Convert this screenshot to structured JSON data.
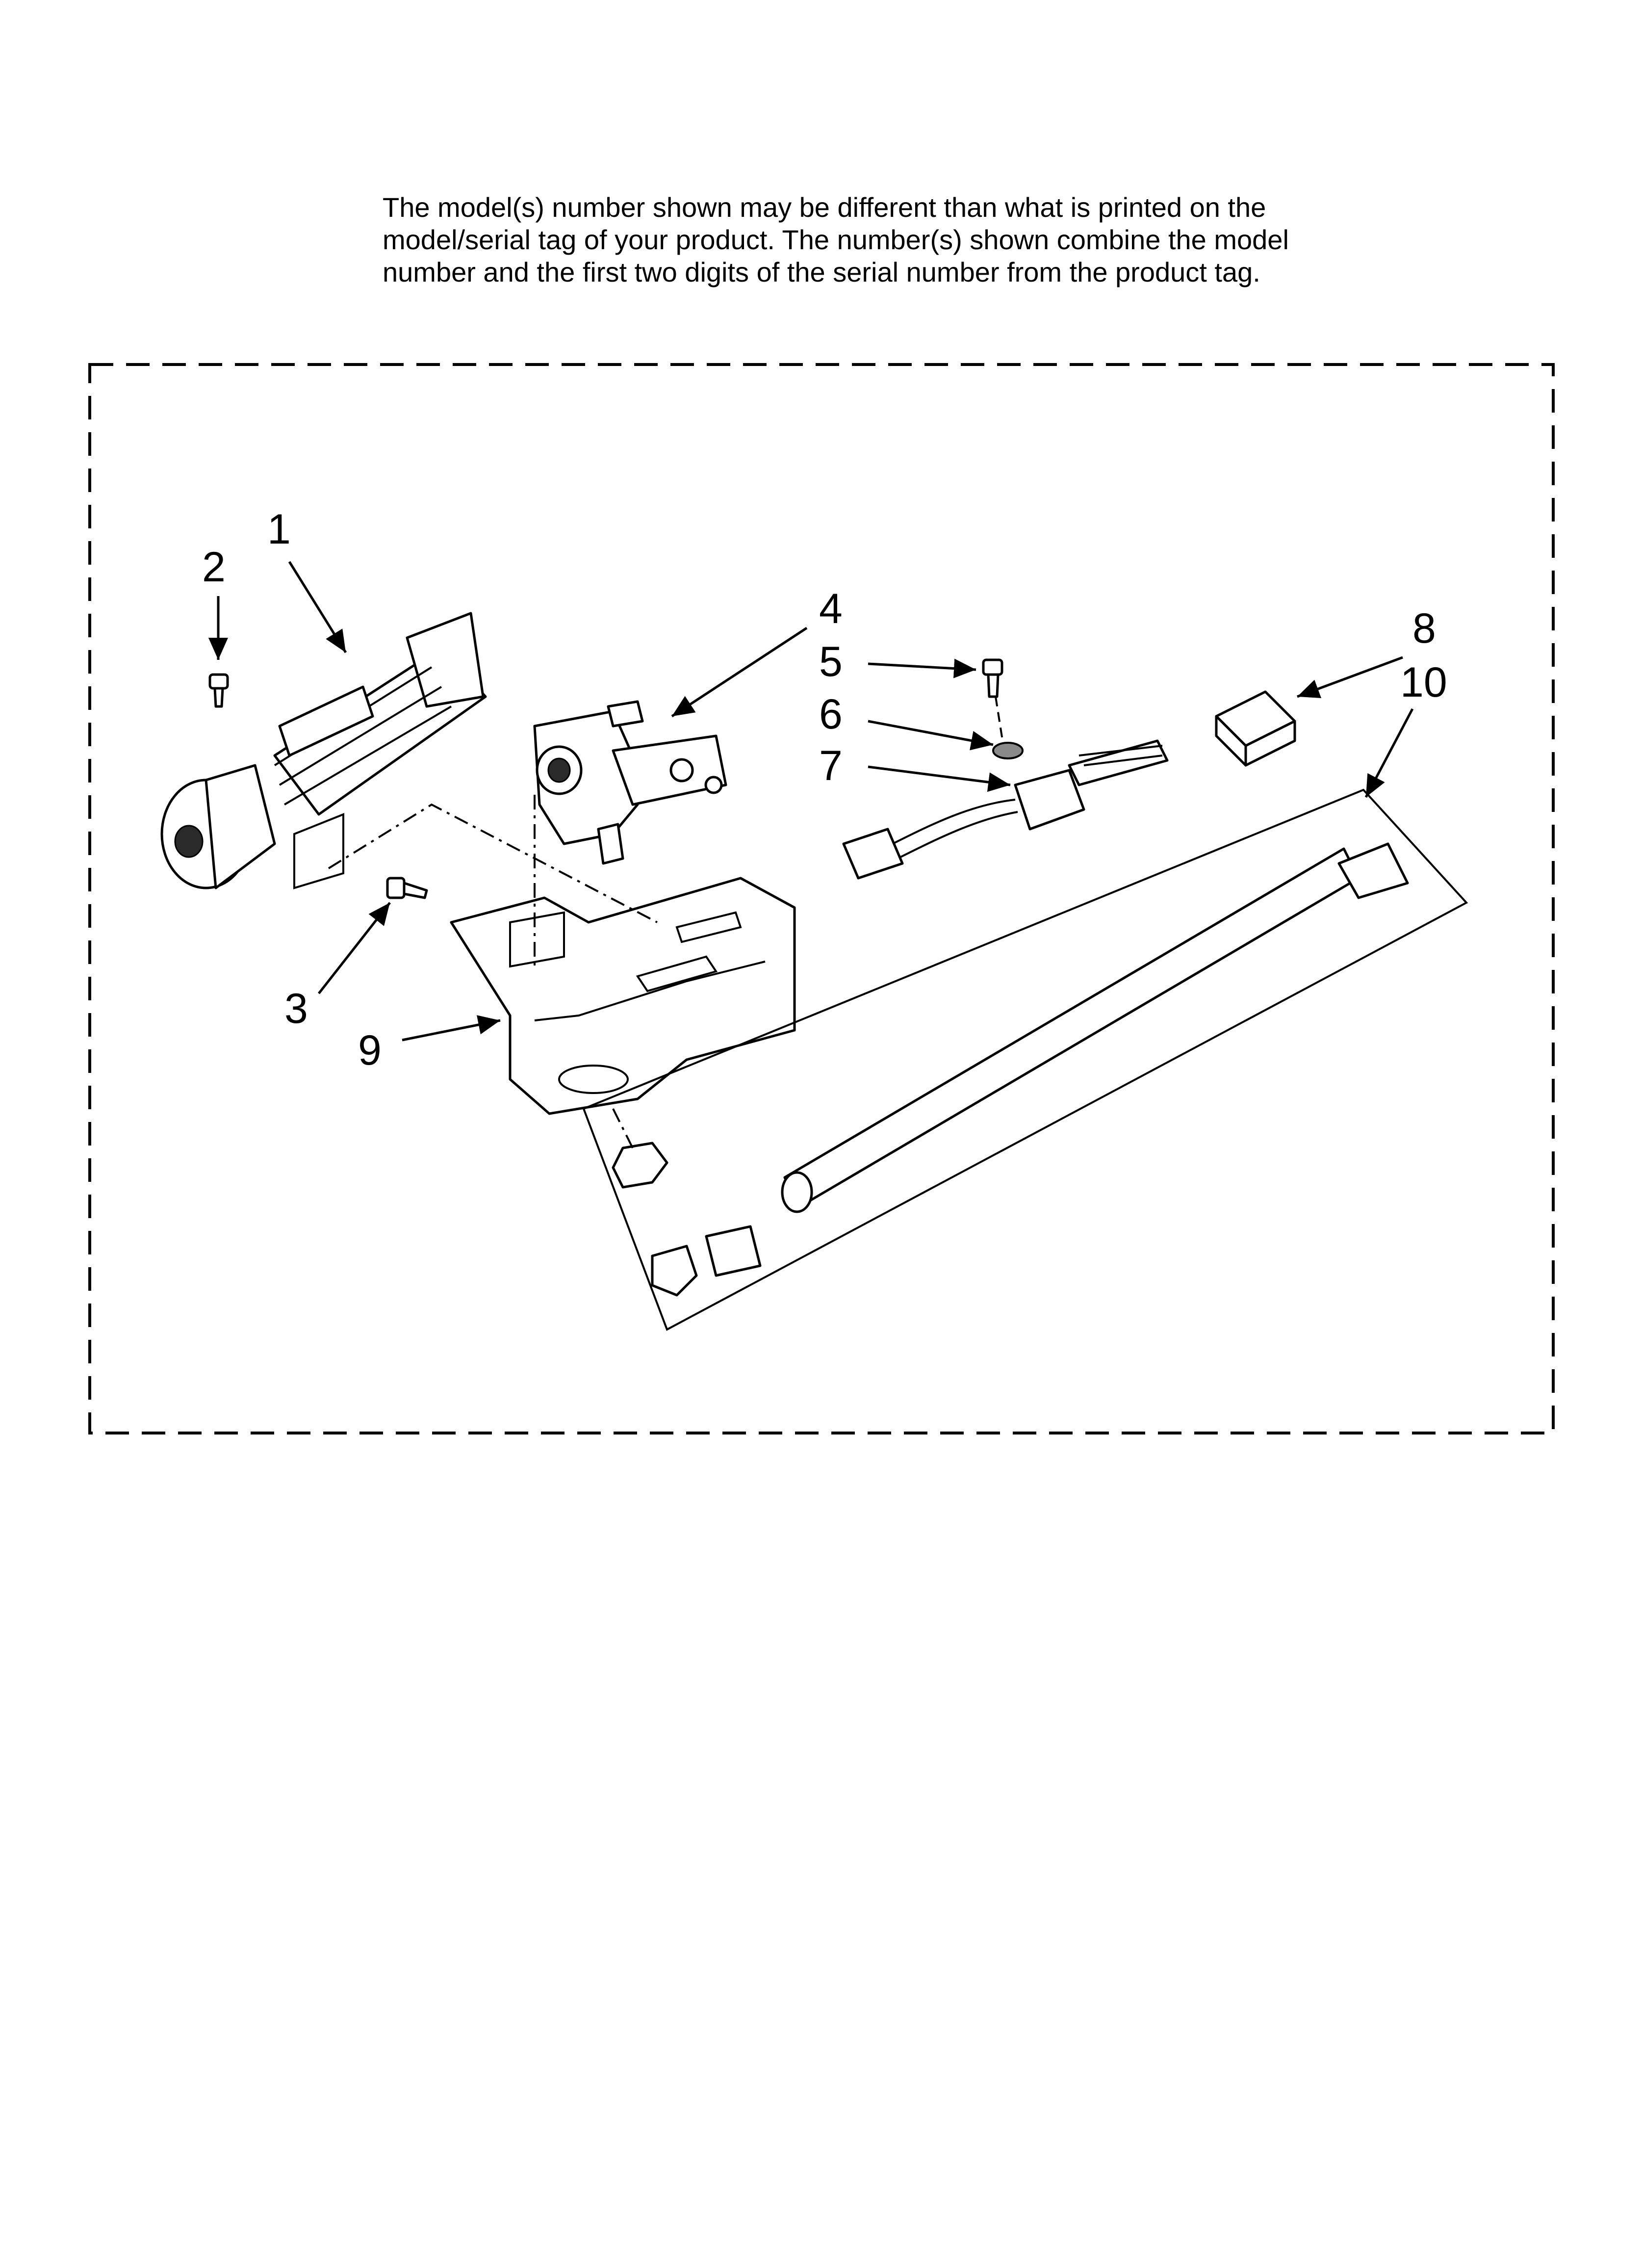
{
  "notice": {
    "lines": [
      "The model(s) number shown may be different than what is printed on the",
      "model/serial tag of your product. The number(s) shown combine the model",
      "number and the first two digits of the serial number from the product tag."
    ]
  },
  "callouts": {
    "c1": "1",
    "c2": "2",
    "c3": "3",
    "c4": "4",
    "c5": "5",
    "c6": "6",
    "c7": "7",
    "c8": "8",
    "c9": "9",
    "c10": "10"
  }
}
